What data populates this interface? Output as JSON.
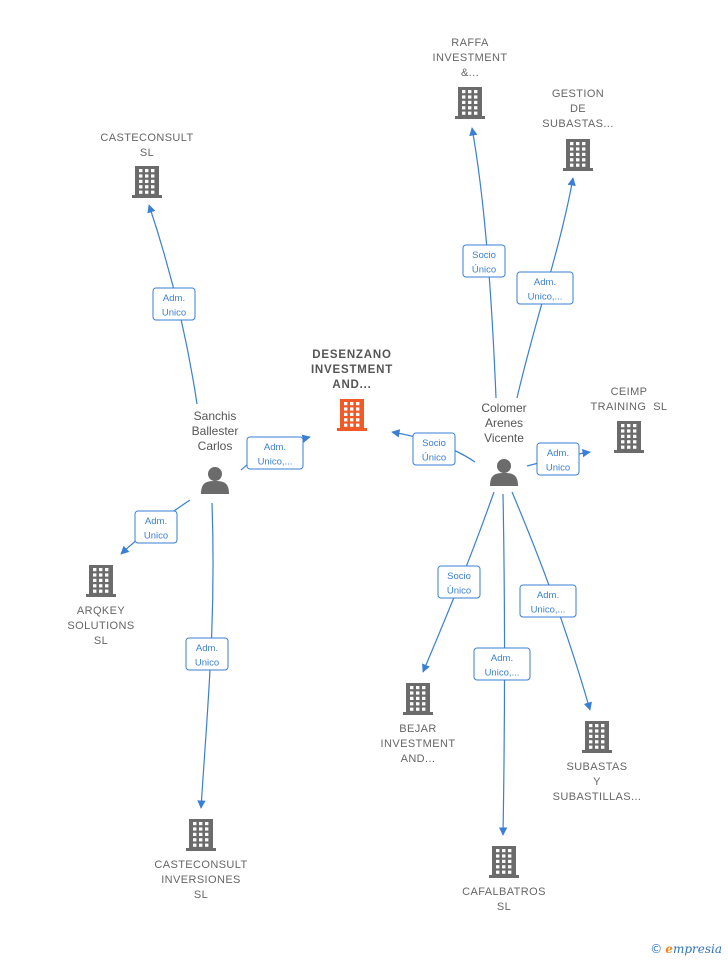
{
  "colors": {
    "edge": "#3a7fd5",
    "building": "#6b6b6b",
    "building_main": "#f05a28",
    "person": "#6b6b6b"
  },
  "nodes": [
    {
      "id": "desenzano",
      "type": "company",
      "main": true,
      "label": [
        "DESENZANO",
        "INVESTMENT",
        "AND..."
      ]
    },
    {
      "id": "casteconsult",
      "type": "company",
      "label": [
        "CASTECONSULT",
        "SL"
      ]
    },
    {
      "id": "raffa",
      "type": "company",
      "label": [
        "RAFFA",
        "INVESTMENT",
        "&..."
      ]
    },
    {
      "id": "gestion",
      "type": "company",
      "label": [
        "GESTION",
        "DE",
        "SUBASTAS..."
      ]
    },
    {
      "id": "ceimp",
      "type": "company",
      "label": [
        "CEIMP",
        "TRAINING  SL"
      ]
    },
    {
      "id": "arqkey",
      "type": "company",
      "label": [
        "ARQKEY",
        "SOLUTIONS",
        "SL"
      ]
    },
    {
      "id": "bejar",
      "type": "company",
      "label": [
        "BEJAR",
        "INVESTMENT",
        "AND..."
      ]
    },
    {
      "id": "subastas",
      "type": "company",
      "label": [
        "SUBASTAS",
        "Y",
        "SUBASTILLAS..."
      ]
    },
    {
      "id": "casteinv",
      "type": "company",
      "label": [
        "CASTECONSULT",
        "INVERSIONES",
        "SL"
      ]
    },
    {
      "id": "cafalbatros",
      "type": "company",
      "label": [
        "CAFALBATROS",
        "SL"
      ]
    },
    {
      "id": "sanchis",
      "type": "person",
      "label": [
        "Sanchis",
        "Ballester",
        "Carlos"
      ]
    },
    {
      "id": "colomer",
      "type": "person",
      "label": [
        "Colomer",
        "Arenes",
        "Vicente"
      ]
    }
  ],
  "edges": [
    {
      "from": "sanchis",
      "to": "casteconsult",
      "label": [
        "Adm.",
        "Unico"
      ]
    },
    {
      "from": "sanchis",
      "to": "desenzano",
      "label": [
        "Adm.",
        "Unico,..."
      ]
    },
    {
      "from": "sanchis",
      "to": "arqkey",
      "label": [
        "Adm.",
        "Unico"
      ]
    },
    {
      "from": "sanchis",
      "to": "casteinv",
      "label": [
        "Adm.",
        "Unico"
      ]
    },
    {
      "from": "colomer",
      "to": "raffa",
      "label": [
        "Socio",
        "Único"
      ]
    },
    {
      "from": "colomer",
      "to": "gestion",
      "label": [
        "Adm.",
        "Unico,..."
      ]
    },
    {
      "from": "colomer",
      "to": "desenzano",
      "label": [
        "Socio",
        "Único"
      ]
    },
    {
      "from": "colomer",
      "to": "ceimp",
      "label": [
        "Adm.",
        "Unico"
      ]
    },
    {
      "from": "colomer",
      "to": "bejar",
      "label": [
        "Socio",
        "Único"
      ]
    },
    {
      "from": "colomer",
      "to": "subastas",
      "label": [
        "Adm.",
        "Unico,..."
      ]
    },
    {
      "from": "colomer",
      "to": "cafalbatros",
      "label": [
        "Adm.",
        "Unico,..."
      ]
    }
  ],
  "brand": {
    "copyright": "©",
    "first_letter": "e",
    "rest": "mpresia"
  }
}
